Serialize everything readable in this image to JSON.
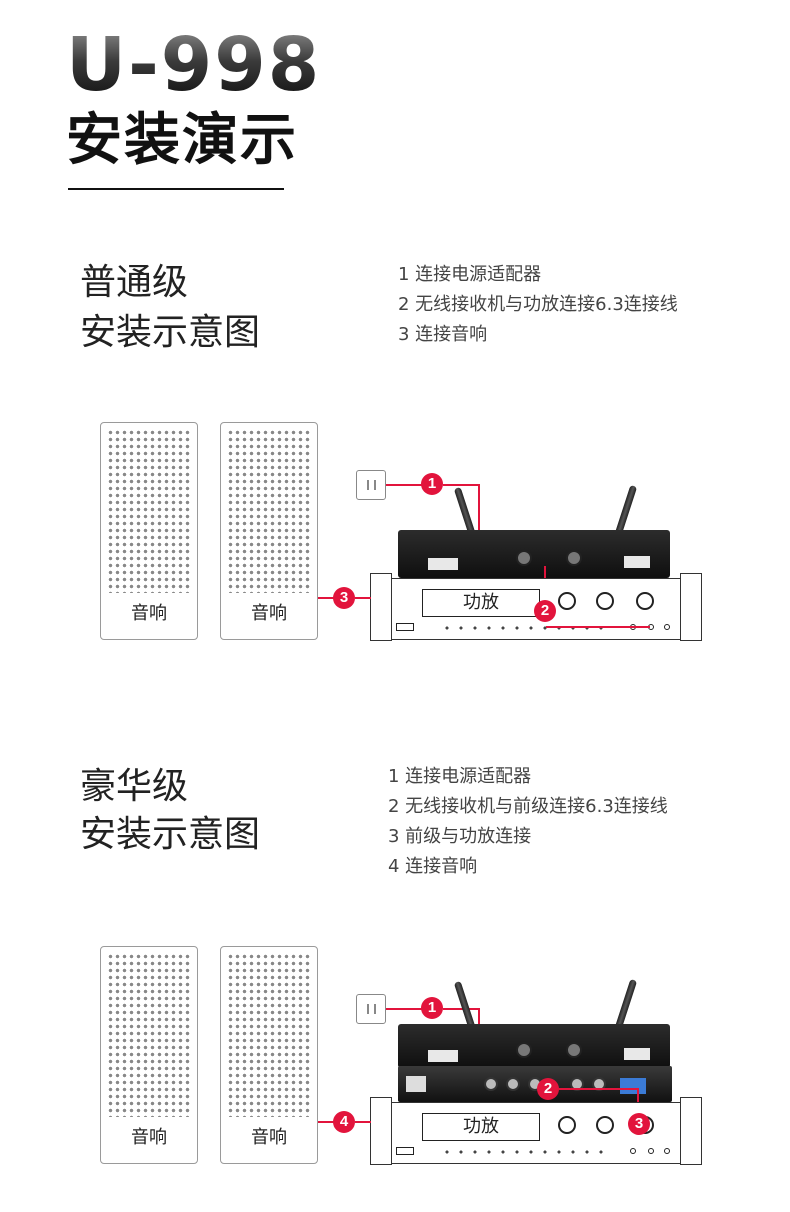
{
  "header": {
    "model": "U-998",
    "title": "安装演示"
  },
  "sections": [
    {
      "title_line1": "普通级",
      "title_line2": "安装示意图",
      "steps": [
        "1  连接电源适配器",
        "2 无线接收机与功放连接6.3连接线",
        "3 连接音响"
      ],
      "speakers": [
        "音响",
        "音响"
      ],
      "amp_label": "功放",
      "badges": [
        "1",
        "2",
        "3"
      ]
    },
    {
      "title_line1": "豪华级",
      "title_line2": "安装示意图",
      "steps": [
        "1  连接电源适配器",
        "2 无线接收机与前级连接6.3连接线",
        "3 前级与功放连接",
        "4 连接音响"
      ],
      "speakers": [
        "音响",
        "音响"
      ],
      "amp_label": "功放",
      "badges": [
        "1",
        "2",
        "3",
        "4"
      ]
    }
  ],
  "colors": {
    "accent": "#e2143c",
    "text": "#333333"
  }
}
